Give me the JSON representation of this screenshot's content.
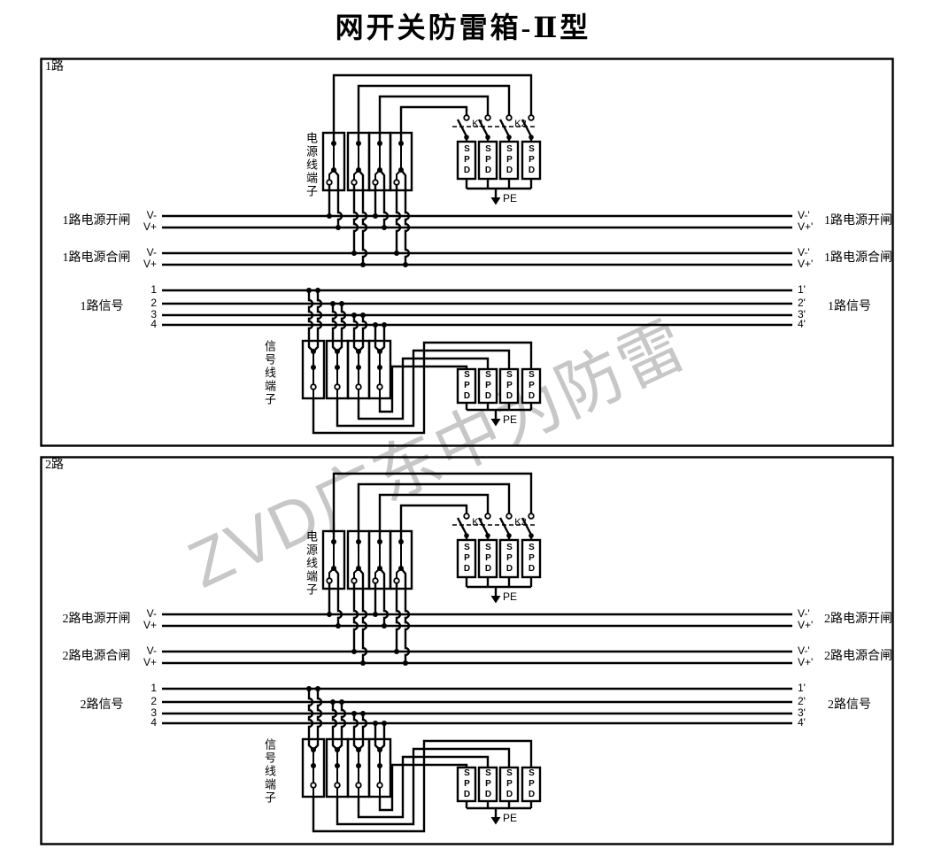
{
  "title": "网开关防雷箱-Ⅱ型",
  "watermark": "ZVD广东中为防雷",
  "shared": {
    "power_terminal": "电源线端子",
    "signal_terminal": "信号线端子",
    "k1": "K1",
    "k2": "K2",
    "spd": "SPD",
    "pe": "PE",
    "wire_color": "#000000",
    "watermark_color": "#c7c7c7"
  },
  "circuits": [
    {
      "corner": "1路",
      "left": {
        "open": {
          "name": "1路电源开闸",
          "neg": "V-",
          "pos": "V+"
        },
        "close": {
          "name": "1路电源合闸",
          "neg": "V-",
          "pos": "V+"
        },
        "signal": {
          "name": "1路信号",
          "lines": [
            "1",
            "2",
            "3",
            "4"
          ]
        }
      },
      "right": {
        "open": {
          "name": "1路电源开闸",
          "neg": "V-'",
          "pos": "V+'"
        },
        "close": {
          "name": "1路电源合闸",
          "neg": "V-'",
          "pos": "V+'"
        },
        "signal": {
          "name": "1路信号",
          "lines": [
            "1'",
            "2'",
            "3'",
            "4'"
          ]
        }
      }
    },
    {
      "corner": "2路",
      "left": {
        "open": {
          "name": "2路电源开闸",
          "neg": "V-",
          "pos": "V+"
        },
        "close": {
          "name": "2路电源合闸",
          "neg": "V-",
          "pos": "V+"
        },
        "signal": {
          "name": "2路信号",
          "lines": [
            "1",
            "2",
            "3",
            "4"
          ]
        }
      },
      "right": {
        "open": {
          "name": "2路电源开闸",
          "neg": "V-'",
          "pos": "V+'"
        },
        "close": {
          "name": "2路电源合闸",
          "neg": "V-'",
          "pos": "V+'"
        },
        "signal": {
          "name": "2路信号",
          "lines": [
            "1'",
            "2'",
            "3'",
            "4'"
          ]
        }
      }
    }
  ]
}
